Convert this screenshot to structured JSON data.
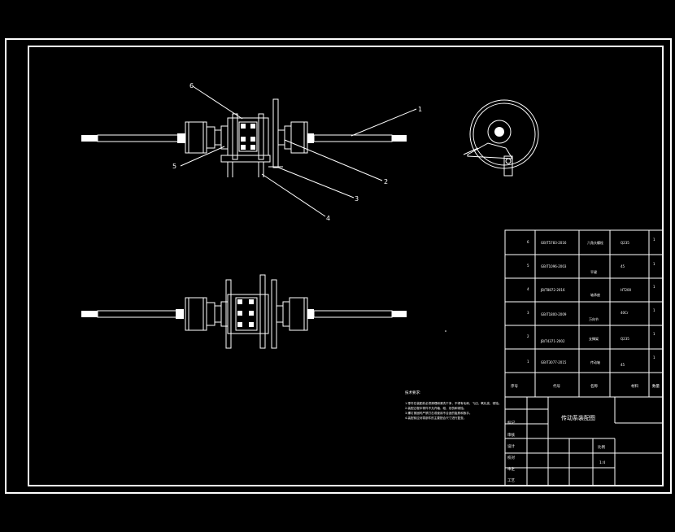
{
  "drawing": {
    "callouts": [
      "1",
      "2",
      "3",
      "4",
      "5",
      "6"
    ],
    "notes": {
      "heading": "技术要求:",
      "lines": [
        "1.零件在装配前必须清理和清洗干净，不得有毛刺、飞边、氧化皮、锈蚀。",
        "2.装配过程中零件不允许磕、碰、划伤和锈蚀。",
        "3.螺钉紧固时严禁打击或使用不合适的旋具和扳手。",
        "4.装配前应对零部件的主要配合尺寸进行复查。"
      ]
    },
    "bom": {
      "header": [
        "序号",
        "代号",
        "名称",
        "材料",
        "数量"
      ],
      "rows": [
        {
          "no": "6",
          "code": "GB/T5783-2016",
          "name": "六角头螺栓",
          "material": "Q235",
          "qty": "1"
        },
        {
          "no": "5",
          "code": "GB/T1096-2003",
          "name": "平键",
          "material": "45",
          "qty": "1"
        },
        {
          "no": "4",
          "code": "JB/T8872-2016",
          "name": "轴承座",
          "material": "HT200",
          "qty": "1"
        },
        {
          "no": "3",
          "code": "GB/T1800-2009",
          "name": "万向节",
          "material": "40Cr",
          "qty": "1"
        },
        {
          "no": "2",
          "code": "JB/T4371-2002",
          "name": "支撑架",
          "material": "Q235",
          "qty": "1"
        },
        {
          "no": "1",
          "code": "GB/T3077-2015",
          "name": "传动轴",
          "material": "45",
          "qty": "1"
        }
      ]
    },
    "title_block": {
      "title": "传动系装配图",
      "labels": [
        "标记",
        "审核",
        "设计",
        "校对",
        "审定",
        "工艺"
      ],
      "scale_label": "比例",
      "scale": "1:4"
    }
  }
}
